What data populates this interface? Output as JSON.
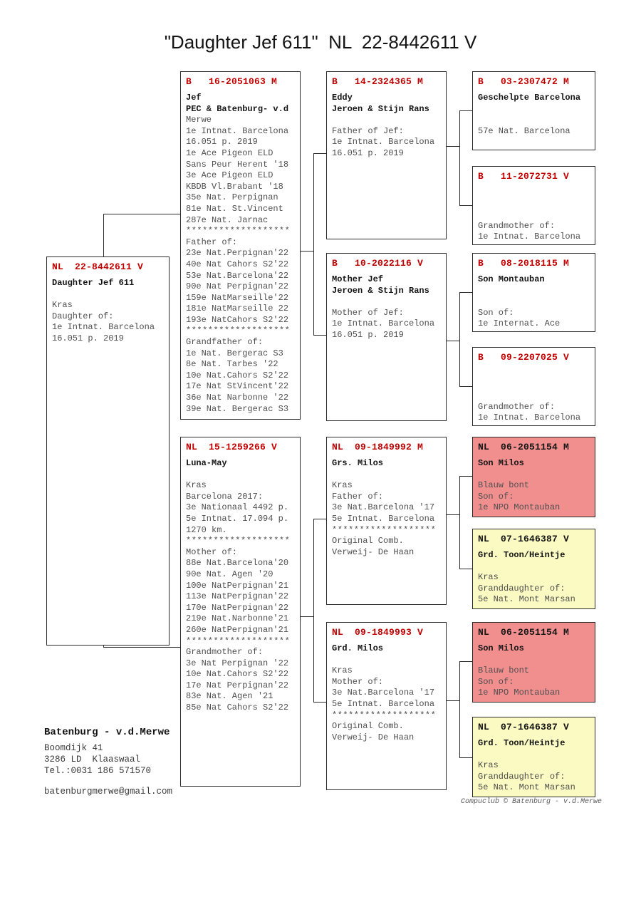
{
  "title": "\"Daughter Jef 611\"  NL  22-8442611 V",
  "colors": {
    "ring_red": "#c00000",
    "pink_bg": "#f18f8f",
    "yellow_bg": "#fafac2",
    "detail_text": "#4f4f4f",
    "border": "#2b2b2b"
  },
  "boxes": {
    "subject": {
      "ring": "NL  22-8442611 V",
      "ring_style": "red",
      "bg": "white",
      "lines": [
        [
          "name",
          "Daughter Jef 611"
        ],
        [
          "blank",
          ""
        ],
        [
          "detail",
          "Kras"
        ],
        [
          "detail",
          "Daughter of:"
        ],
        [
          "detail",
          "1e Intnat. Barcelona"
        ],
        [
          "detail",
          "16.051 p. 2019"
        ]
      ]
    },
    "sire": {
      "ring": "B   16-2051063 M",
      "ring_style": "red",
      "bg": "white",
      "lines": [
        [
          "name",
          "Jef"
        ],
        [
          "name",
          "PEC & Batenburg- v.d"
        ],
        [
          "detail",
          "Merwe"
        ],
        [
          "detail",
          "1e Intnat. Barcelona"
        ],
        [
          "detail",
          "16.051 p. 2019"
        ],
        [
          "detail",
          "1e Ace Pigeon ELD"
        ],
        [
          "detail",
          "Sans Peur Herent '18"
        ],
        [
          "detail",
          "3e Ace Pigeon ELD"
        ],
        [
          "detail",
          "KBDB Vl.Brabant '18"
        ],
        [
          "detail",
          "35e Nat. Perpignan"
        ],
        [
          "detail",
          "81e Nat. St.Vincent"
        ],
        [
          "detail",
          "287e Nat. Jarnac"
        ],
        [
          "sep",
          "*******************"
        ],
        [
          "detail",
          "Father of:"
        ],
        [
          "detail",
          "23e Nat.Perpignan'22"
        ],
        [
          "detail",
          "40e Nat Cahors S2'22"
        ],
        [
          "detail",
          "53e Nat.Barcelona'22"
        ],
        [
          "detail",
          "90e Nat Perpignan'22"
        ],
        [
          "detail",
          "159e NatMarseille'22"
        ],
        [
          "detail",
          "181e NatMarseille 22"
        ],
        [
          "detail",
          "193e NatCahors S2'22"
        ],
        [
          "sep",
          "*******************"
        ],
        [
          "detail",
          "Grandfather of:"
        ],
        [
          "detail",
          "1e Nat. Bergerac S3"
        ],
        [
          "detail",
          "8e Nat. Tarbes '22"
        ],
        [
          "detail",
          "10e Nat.Cahors S2'22"
        ],
        [
          "detail",
          "17e Nat StVincent'22"
        ],
        [
          "detail",
          "36e Nat Narbonne '22"
        ],
        [
          "detail",
          "39e Nat. Bergerac S3"
        ]
      ]
    },
    "dam": {
      "ring": "NL  15-1259266 V",
      "ring_style": "red",
      "bg": "white",
      "lines": [
        [
          "name",
          "Luna-May"
        ],
        [
          "blank",
          ""
        ],
        [
          "detail",
          "Kras"
        ],
        [
          "detail",
          "Barcelona 2017:"
        ],
        [
          "detail",
          "3e Nationaal 4492 p."
        ],
        [
          "detail",
          "5e Intnat. 17.094 p."
        ],
        [
          "detail",
          "1270 km."
        ],
        [
          "sep",
          "*******************"
        ],
        [
          "detail",
          "Mother of:"
        ],
        [
          "detail",
          "88e Nat.Barcelona'20"
        ],
        [
          "detail",
          "90e Nat. Agen '20"
        ],
        [
          "detail",
          "100e NatPerpignan'21"
        ],
        [
          "detail",
          "113e NatPerpignan'22"
        ],
        [
          "detail",
          "170e NatPerpignan'22"
        ],
        [
          "detail",
          "219e Nat.Narbonne'21"
        ],
        [
          "detail",
          "260e NatPerpignan'21"
        ],
        [
          "sep",
          "*******************"
        ],
        [
          "detail",
          "Grandmother of:"
        ],
        [
          "detail",
          "3e Nat Perpignan '22"
        ],
        [
          "detail",
          "10e Nat.Cahors S2'22"
        ],
        [
          "detail",
          "17e Nat Perpignan'22"
        ],
        [
          "detail",
          "83e Nat. Agen '21"
        ],
        [
          "detail",
          "85e Nat Cahors S2'22"
        ]
      ]
    },
    "sire_sire": {
      "ring": "B   14-2324365 M",
      "ring_style": "red",
      "bg": "white",
      "lines": [
        [
          "name",
          "Eddy"
        ],
        [
          "name",
          "Jeroen & Stijn Rans"
        ],
        [
          "blank",
          ""
        ],
        [
          "detail",
          "Father of Jef:"
        ],
        [
          "detail",
          "1e Intnat. Barcelona"
        ],
        [
          "detail",
          "16.051 p. 2019"
        ]
      ]
    },
    "sire_dam": {
      "ring": "B   10-2022116 V",
      "ring_style": "red",
      "bg": "white",
      "lines": [
        [
          "name",
          "Mother Jef"
        ],
        [
          "name",
          "Jeroen & Stijn Rans"
        ],
        [
          "blank",
          ""
        ],
        [
          "detail",
          "Mother of Jef:"
        ],
        [
          "detail",
          "1e Intnat. Barcelona"
        ],
        [
          "detail",
          "16.051 p. 2019"
        ]
      ]
    },
    "dam_sire": {
      "ring": "NL  09-1849992 M",
      "ring_style": "red",
      "bg": "white",
      "lines": [
        [
          "name",
          "Grs. Milos"
        ],
        [
          "blank",
          ""
        ],
        [
          "detail",
          "Kras"
        ],
        [
          "detail",
          "Father of:"
        ],
        [
          "detail",
          "3e Nat.Barcelona '17"
        ],
        [
          "detail",
          "5e Intnat. Barcelona"
        ],
        [
          "sep",
          "*******************"
        ],
        [
          "detail",
          "Original Comb."
        ],
        [
          "detail",
          "Verweij- De Haan"
        ]
      ]
    },
    "dam_dam": {
      "ring": "NL  09-1849993 V",
      "ring_style": "red",
      "bg": "white",
      "lines": [
        [
          "name",
          "Grd. Milos"
        ],
        [
          "blank",
          ""
        ],
        [
          "detail",
          "Kras"
        ],
        [
          "detail",
          "Mother of:"
        ],
        [
          "detail",
          "3e Nat.Barcelona '17"
        ],
        [
          "detail",
          "5e Intnat. Barcelona"
        ],
        [
          "sep",
          "*******************"
        ],
        [
          "detail",
          "Original Comb."
        ],
        [
          "detail",
          "Verweij- De Haan"
        ]
      ]
    },
    "sire_sire_sire": {
      "ring": "B   03-2307472 M",
      "ring_style": "red",
      "bg": "white",
      "lines": [
        [
          "name",
          "Geschelpte Barcelona"
        ],
        [
          "blank",
          ""
        ],
        [
          "blank",
          ""
        ],
        [
          "detail",
          "57e Nat. Barcelona"
        ]
      ]
    },
    "sire_sire_dam": {
      "ring": "B   11-2072731 V",
      "ring_style": "red",
      "bg": "white",
      "lines": [
        [
          "blank",
          ""
        ],
        [
          "blank",
          ""
        ],
        [
          "blank",
          ""
        ],
        [
          "detail",
          "Grandmother of:"
        ],
        [
          "detail",
          "1e Intnat. Barcelona"
        ]
      ]
    },
    "sire_dam_sire": {
      "ring": "B   08-2018115 M",
      "ring_style": "red",
      "bg": "white",
      "lines": [
        [
          "name",
          "Son Montauban"
        ],
        [
          "blank",
          ""
        ],
        [
          "blank",
          ""
        ],
        [
          "detail",
          "Son of:"
        ],
        [
          "detail",
          "1e Internat. Ace"
        ]
      ]
    },
    "sire_dam_dam": {
      "ring": "B   09-2207025 V",
      "ring_style": "red",
      "bg": "white",
      "lines": [
        [
          "blank",
          ""
        ],
        [
          "blank",
          ""
        ],
        [
          "blank",
          ""
        ],
        [
          "detail",
          "Grandmother of:"
        ],
        [
          "detail",
          "1e Intnat. Barcelona"
        ]
      ]
    },
    "dam_sire_sire": {
      "ring": "NL  06-2051154 M",
      "ring_style": "black",
      "bg": "pink",
      "lines": [
        [
          "name",
          "Son Milos"
        ],
        [
          "blank",
          ""
        ],
        [
          "detail",
          "Blauw bont"
        ],
        [
          "detail",
          "Son of:"
        ],
        [
          "detail",
          "1e NPO Montauban"
        ]
      ]
    },
    "dam_sire_dam": {
      "ring": "NL  07-1646387 V",
      "ring_style": "black",
      "bg": "yellow",
      "lines": [
        [
          "name",
          "Grd. Toon/Heintje"
        ],
        [
          "blank",
          ""
        ],
        [
          "detail",
          "Kras"
        ],
        [
          "detail",
          "Granddaughter of:"
        ],
        [
          "detail",
          "5e Nat. Mont Marsan"
        ]
      ]
    },
    "dam_dam_sire": {
      "ring": "NL  06-2051154 M",
      "ring_style": "black",
      "bg": "pink",
      "lines": [
        [
          "name",
          "Son Milos"
        ],
        [
          "blank",
          ""
        ],
        [
          "detail",
          "Blauw bont"
        ],
        [
          "detail",
          "Son of:"
        ],
        [
          "detail",
          "1e NPO Montauban"
        ]
      ]
    },
    "dam_dam_dam": {
      "ring": "NL  07-1646387 V",
      "ring_style": "black",
      "bg": "yellow",
      "lines": [
        [
          "name",
          "Grd. Toon/Heintje"
        ],
        [
          "blank",
          ""
        ],
        [
          "detail",
          "Kras"
        ],
        [
          "detail",
          "Granddaughter of:"
        ],
        [
          "detail",
          "5e Nat. Mont Marsan"
        ]
      ]
    }
  },
  "footer": {
    "owner_name": "Batenburg - v.d.Merwe",
    "address_lines": [
      "Boomdijk 41",
      "3286 LD  Klaaswaal",
      "Tel.:0031 186 571570"
    ],
    "email": "batenburgmerwe@gmail.com",
    "credit": "Compuclub © Batenburg - v.d.Merwe"
  }
}
